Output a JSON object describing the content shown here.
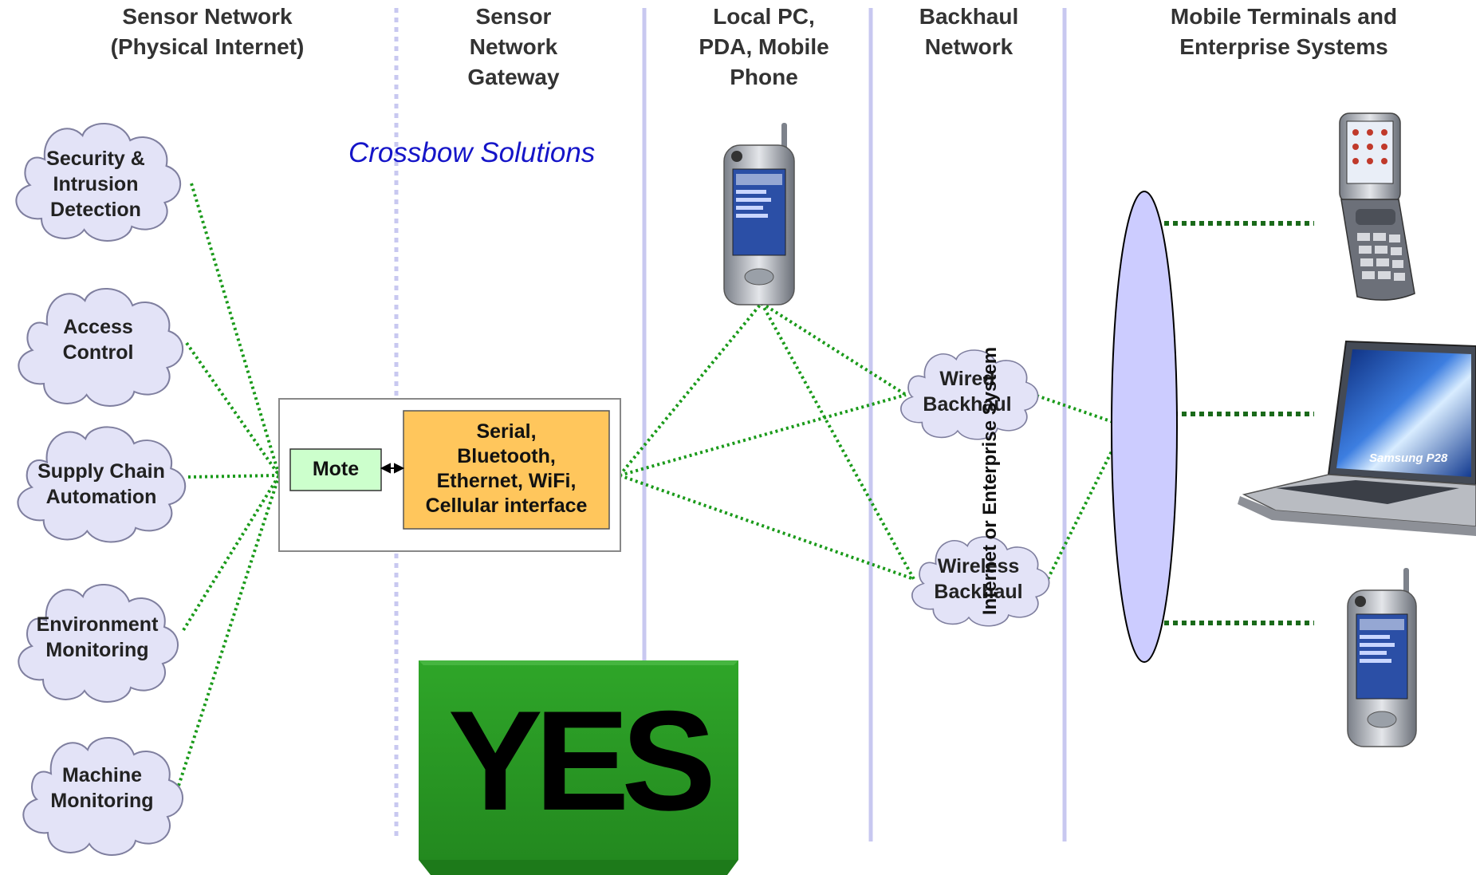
{
  "columns": [
    {
      "lines": [
        "Sensor Network",
        "(Physical Internet)"
      ]
    },
    {
      "lines": [
        "Sensor",
        "Network",
        "Gateway"
      ]
    },
    {
      "lines": [
        "Local PC,",
        "PDA, Mobile",
        "Phone"
      ]
    },
    {
      "lines": [
        "Backhaul",
        "Network"
      ]
    },
    {
      "lines": [
        "Mobile Terminals and",
        "Enterprise Systems"
      ]
    }
  ],
  "crossbow": "Crossbow Solutions",
  "sensor_apps": [
    {
      "lines": [
        "Security &",
        "Intrusion",
        "Detection"
      ]
    },
    {
      "lines": [
        "Access",
        "Control"
      ]
    },
    {
      "lines": [
        "Supply Chain",
        "Automation"
      ]
    },
    {
      "lines": [
        "Environment",
        "Monitoring"
      ]
    },
    {
      "lines": [
        "Machine",
        "Monitoring"
      ]
    }
  ],
  "gateway": {
    "mote": "Mote",
    "interface_lines": [
      "Serial,",
      "Bluetooth,",
      "Ethernet, WiFi,",
      "Cellular interface"
    ]
  },
  "backhaul": [
    {
      "lines": [
        "Wired",
        "Backhaul"
      ]
    },
    {
      "lines": [
        "Wireless",
        "Backhaul"
      ]
    }
  ],
  "internet": "Internet or Enterprise System",
  "laptop_brand": "Samsung P28",
  "stamp": "YES",
  "colors": {
    "divider": "#c8c8f0",
    "link": "#1a9a1a",
    "cloud_fill": "#e3e3f7",
    "cloud_stroke": "#7f7f9f",
    "mote_fill": "#ccffcc",
    "interface_fill": "#ffc65c",
    "ellipse_fill": "#ccccff",
    "stamp_fill": "#2a9a25"
  },
  "icons": [
    "pda-phone-icon",
    "flip-phone-icon",
    "laptop-icon",
    "pda-phone-icon"
  ]
}
